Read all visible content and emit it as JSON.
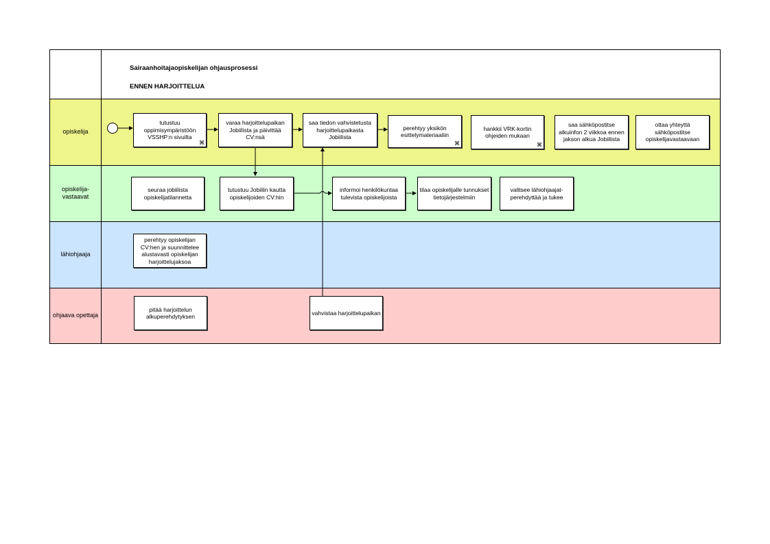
{
  "header": {
    "title": "Sairaanhoitajaopiskelijan ohjausprosessi",
    "subtitle": "ENNEN HARJOITTELUA"
  },
  "colors": {
    "lane_opiskelija": "#EEF58A",
    "lane_vastaavat": "#CCFFCC",
    "lane_lahiohjaaja": "#CCE5FF",
    "lane_opettaja": "#FFCCCC"
  },
  "lanes": [
    {
      "label": "opiskelija"
    },
    {
      "label": "opiskelija-\nvastaavat"
    },
    {
      "label": "lähiohjaaja"
    },
    {
      "label": "ohjaava opettaja"
    }
  ],
  "steps": {
    "tutustuu": "tutustuu oppimisympäristöön VSSHP:n sivuilta",
    "varaa": "varaa harjoittelupaikan Jobiilista ja päivittää CV:nsä",
    "saa_tiedon": "saa tiedon vahvistetusta harjoittelupaikasta Jobiilista",
    "perehtyy_yksikon": "perehtyy yksikön esittelymateriaaliin",
    "hankkii": "hankkii VRK-kortin ohjeiden mukaan",
    "saa_sahkopostitse": "saa sähköpostitse alkuinfon 2 viikkoa ennen jakson alkua Jobiilista",
    "ottaa_yhteytta": "ottaa yhteyttä sähköpostitse opiskelijavastaavaan",
    "seuraa": "seuraa jobiilista opiskelijatilannetta",
    "tutustuu_cv": "tutustuu Jobiilin kautta opiskelijoiden CV:hin",
    "informoi": "informoi henkilökuntaa tulevista opiskelijoista",
    "tilaa": "tilaa opiskelijalle tunnukset tietojärjestelmiin",
    "valitsee": "valitsee lähiohjaajat-perehdyttää ja tukee",
    "perehtyy_cv": "perehtyy opiskelijan CV:hen ja suunnittelee alustavasti opiskelijan harjoittelujaksoa",
    "pitaa": "pitää harjoittelun alkuperehdytyksen",
    "vahvistaa": "vahvistaa harjoittelupaikan"
  },
  "icons": {
    "subprocess": "subprocess-icon",
    "start": "start-event-icon"
  }
}
